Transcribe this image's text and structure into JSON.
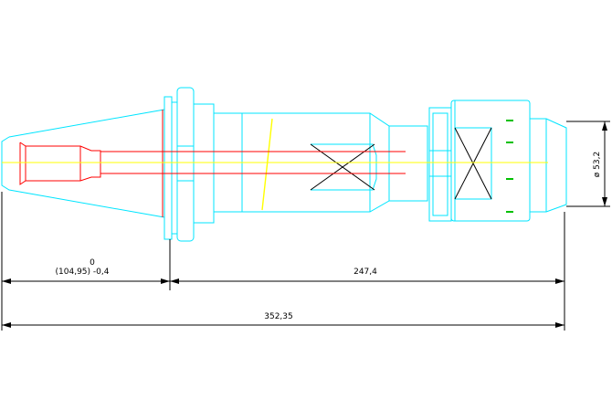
{
  "colors": {
    "background": "#ffffff",
    "outline": "#00e5ff",
    "collet": "#ff0000",
    "axis": "#ffff00",
    "dimension": "#000000",
    "marks": "#00c000"
  },
  "dimensions": {
    "left_upper": "0",
    "left_lower": "(104,95) -0,4",
    "middle": "247,4",
    "total": "352,35",
    "diameter": "ø 53,2"
  }
}
